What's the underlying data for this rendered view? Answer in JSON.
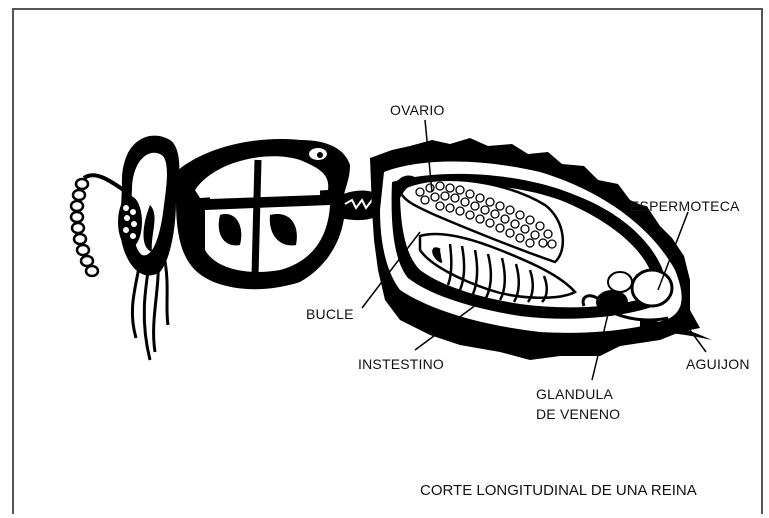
{
  "labels": {
    "ovario": "OVARIO",
    "espermoteca": "ESPERMOTECA",
    "bucle": "BUCLE",
    "instestino": "INSTESTINO",
    "aguijon": "AGUIJON",
    "glandula_line1": "GLANDULA",
    "glandula_line2": "DE VENENO"
  },
  "caption": "CORTE LONGITUDINAL DE UNA REINA",
  "colors": {
    "ink": "#000000",
    "paper": "#ffffff",
    "frame": "#555555"
  }
}
